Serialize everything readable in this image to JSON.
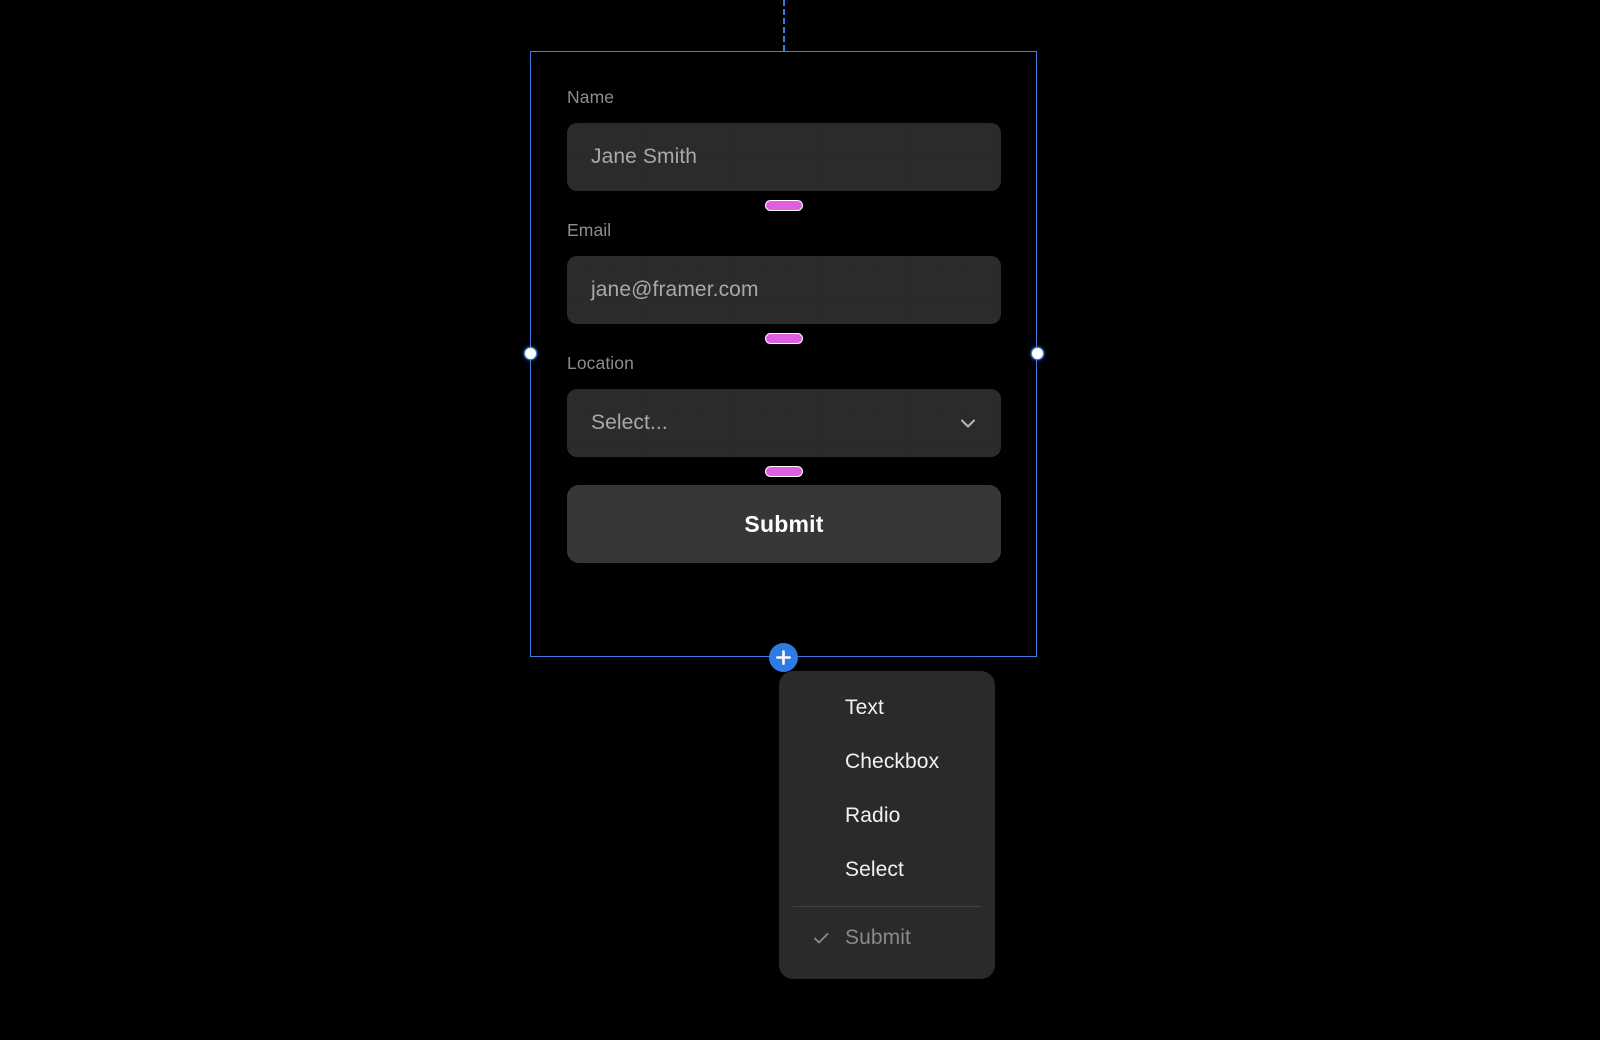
{
  "canvas": {
    "background": "#000000",
    "accent_blue": "#3f7ee6",
    "accent_pink": "#e05ee0",
    "plus_blue": "#2f7ae5"
  },
  "guide": {
    "name": "vertical-alignment-guide",
    "color": "#3b7de0"
  },
  "form": {
    "fields": [
      {
        "label": "Name",
        "value": "Jane Smith",
        "type": "text"
      },
      {
        "label": "Email",
        "value": "jane@framer.com",
        "type": "email"
      },
      {
        "label": "Location",
        "value": "Select...",
        "type": "select"
      }
    ],
    "submit_label": "Submit"
  },
  "insertion_markers": {
    "count": 3,
    "color": "#e05ee0",
    "border": "#ffffff"
  },
  "add_handle": {
    "icon": "plus-icon",
    "color": "#2f7ae5"
  },
  "menu": {
    "items": [
      {
        "label": "Text",
        "checked": false,
        "disabled": false
      },
      {
        "label": "Checkbox",
        "checked": false,
        "disabled": false
      },
      {
        "label": "Radio",
        "checked": false,
        "disabled": false
      },
      {
        "label": "Select",
        "checked": false,
        "disabled": false
      }
    ],
    "footer_item": {
      "label": "Submit",
      "checked": true,
      "disabled": true
    }
  },
  "selection": {
    "handles": [
      "left-resize-handle",
      "right-resize-handle"
    ]
  }
}
